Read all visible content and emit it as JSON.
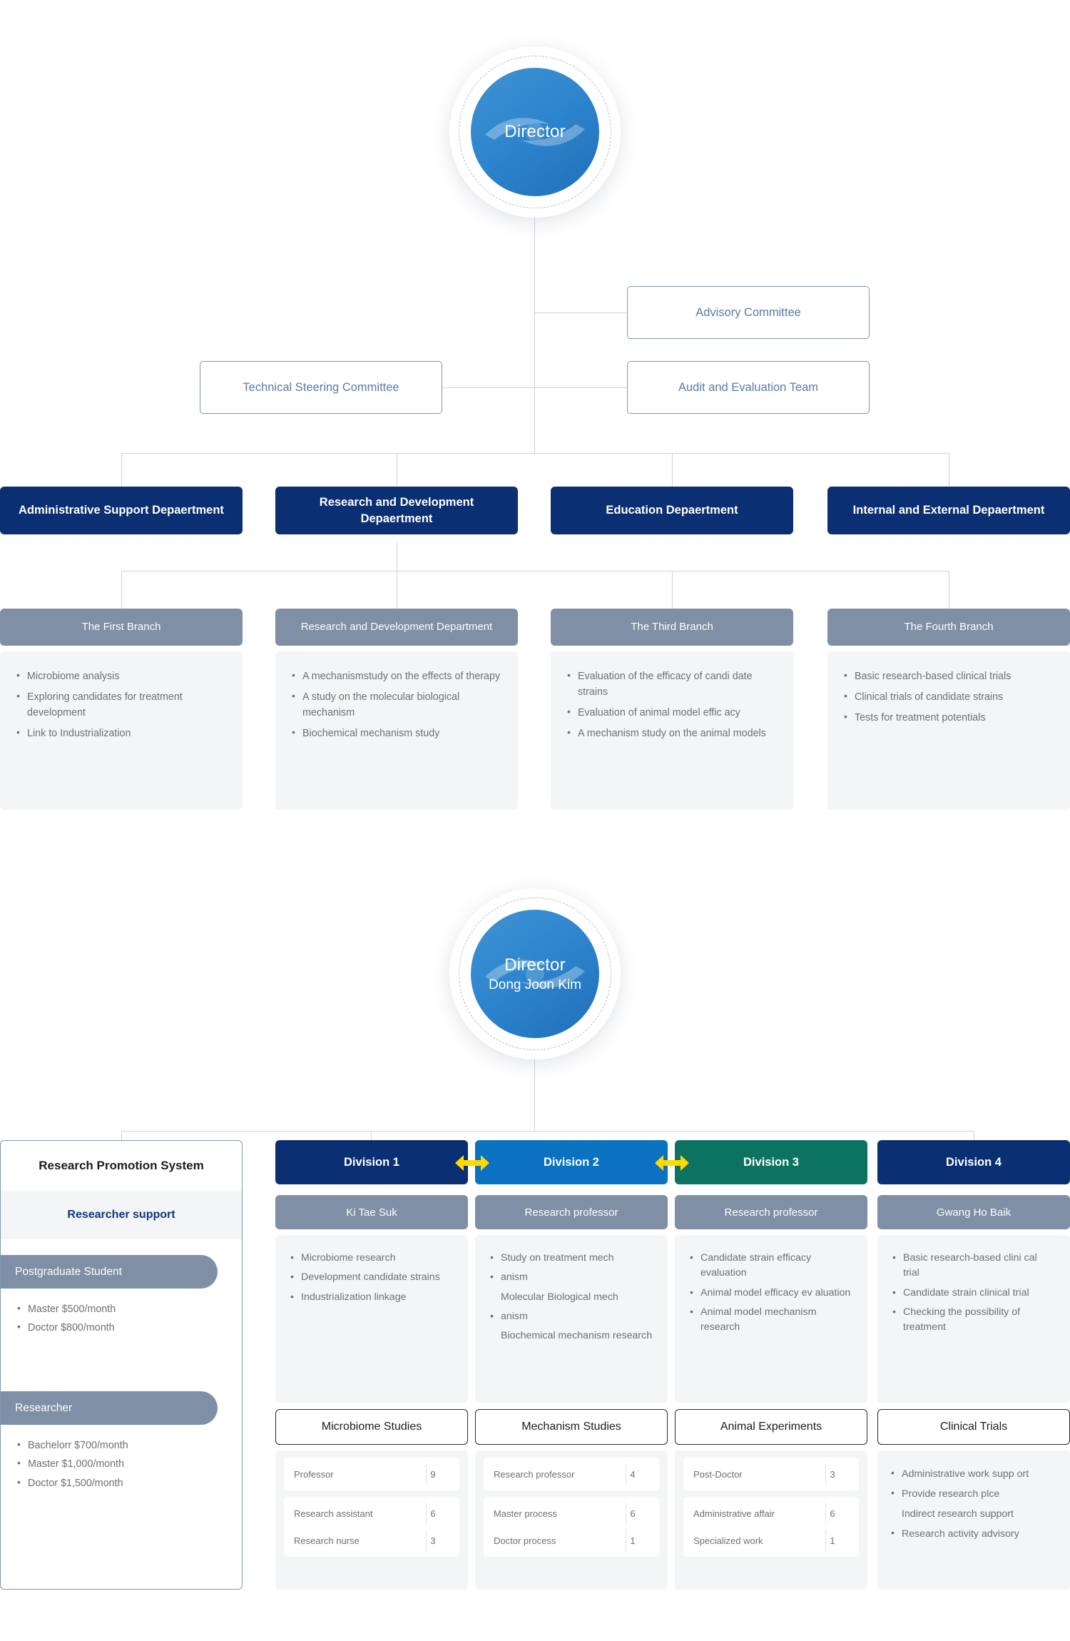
{
  "top_chart": {
    "director": {
      "title": "Director",
      "name": ""
    },
    "committees": [
      {
        "label": "Advisory Committee"
      },
      {
        "label": "Technical Steering Committee"
      },
      {
        "label": "Audit and Evaluation Team"
      }
    ],
    "departments": [
      {
        "label": "Administrative Support Depaertment"
      },
      {
        "label": "Research and Development Depaertment"
      },
      {
        "label": "Education Depaertment"
      },
      {
        "label": "Internal and External Depaertment"
      }
    ],
    "branches": [
      {
        "header": "The First Branch",
        "items": [
          "Microbiome analysis",
          "Exploring candidates for treatment development",
          "Link to Industrialization"
        ]
      },
      {
        "header": "Research and Development Department",
        "items": [
          "A mechanismstudy on the effects of therapy",
          "A study on the molecular biological mechanism",
          "Biochemical mechanism study"
        ]
      },
      {
        "header": "The Third Branch",
        "items": [
          "Evaluation of the efficacy of candi date strains",
          "Evaluation of animal model effic acy",
          "A mechanism study on the animal models"
        ]
      },
      {
        "header": "The Fourth Branch",
        "items": [
          "Basic research-based clinical trials",
          "Clinical trials of candidate strains",
          "Tests for treatment potentials"
        ]
      }
    ]
  },
  "bottom_chart": {
    "director": {
      "title": "Director",
      "name": "Dong Joon Kim"
    },
    "research_promotion": {
      "title": "Research Promotion System",
      "subtitle": "Researcher support",
      "groups": [
        {
          "pill": "Postgraduate Student",
          "items": [
            "Master $500/month",
            "Doctor $800/month"
          ]
        },
        {
          "pill": "Researcher",
          "items": [
            "Bachelorr $700/month",
            "Master $1,000/month",
            "Doctor $1,500/month"
          ]
        }
      ]
    },
    "divisions": [
      {
        "label": "Division 1",
        "color": "#0b2f73",
        "person": "Ki Tae Suk",
        "items": [
          {
            "text": "Microbiome research",
            "bullet": true
          },
          {
            "text": "Development candidate strains",
            "bullet": true
          },
          {
            "text": "Industrialization linkage",
            "bullet": true
          }
        ]
      },
      {
        "label": "Division 2",
        "color": "#0a72c0",
        "person": "Research professor",
        "items": [
          {
            "text": "Study on treatment mech",
            "bullet": true
          },
          {
            "text": "anism",
            "bullet": true
          },
          {
            "text": "Molecular Biological mech",
            "bullet": false
          },
          {
            "text": "anism",
            "bullet": true
          },
          {
            "text": "Biochemical mechanism research",
            "bullet": false
          }
        ]
      },
      {
        "label": "Division 3",
        "color": "#0d7361",
        "person": "Research professor",
        "items": [
          {
            "text": "Candidate strain efficacy evaluation",
            "bullet": true
          },
          {
            "text": "Animal model efficacy ev aluation",
            "bullet": true
          },
          {
            "text": "Animal model mechanism research",
            "bullet": true
          }
        ]
      },
      {
        "label": "Division 4",
        "color": "#0b2f73",
        "person": "Gwang Ho Baik",
        "items": [
          {
            "text": "Basic research-based clini cal trial",
            "bullet": true
          },
          {
            "text": "Candidate strain clinical trial",
            "bullet": true
          },
          {
            "text": "Checking the possibility of treatment",
            "bullet": true
          }
        ]
      }
    ],
    "arrows": [
      {
        "name": "arrow-div1-div2",
        "glyph": "double-arrow",
        "color": "#FFD800"
      },
      {
        "name": "arrow-div2-div3",
        "glyph": "double-arrow",
        "color": "#FFD800"
      }
    ],
    "studies": [
      {
        "title": "Microbiome Studies",
        "type": "table",
        "groups": [
          [
            {
              "label": "Professor",
              "value": "9"
            }
          ],
          [
            {
              "label": "Research assistant",
              "value": "6"
            },
            {
              "label": "Research nurse",
              "value": "3"
            }
          ]
        ]
      },
      {
        "title": "Mechanism Studies",
        "type": "table",
        "groups": [
          [
            {
              "label": "Research professor",
              "value": "4"
            }
          ],
          [
            {
              "label": "Master process",
              "value": "6"
            },
            {
              "label": "Doctor process",
              "value": "1"
            }
          ]
        ]
      },
      {
        "title": "Animal Experiments",
        "type": "table",
        "groups": [
          [
            {
              "label": "Post-Doctor",
              "value": "3"
            }
          ],
          [
            {
              "label": "Administrative affair",
              "value": "6"
            },
            {
              "label": "Specialized work",
              "value": "1"
            }
          ]
        ]
      },
      {
        "title": "Clinical Trials",
        "type": "list",
        "items": [
          {
            "text": "Administrative work supp ort",
            "bullet": true
          },
          {
            "text": "Provide research plce",
            "bullet": true
          },
          {
            "text": "Indirect research support",
            "bullet": false
          },
          {
            "text": "Research activity advisory",
            "bullet": true
          }
        ]
      }
    ]
  }
}
